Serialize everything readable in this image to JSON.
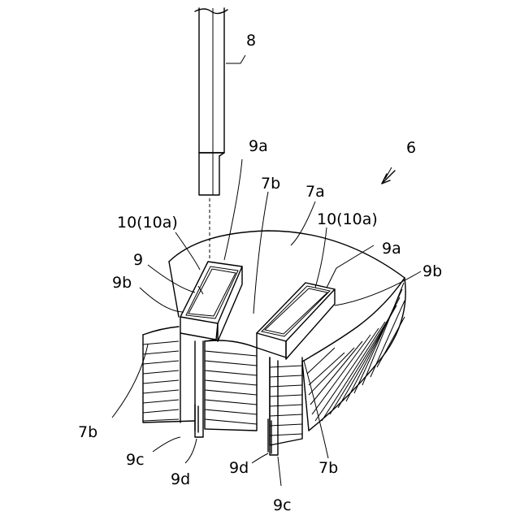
{
  "figure": {
    "labels": {
      "tool": "8",
      "assembly": "6",
      "core_top": "7a",
      "tooth_center": "7b",
      "tooth_left": "7b",
      "tooth_right": "7b",
      "coil": "9",
      "coil_left_top": "9a",
      "coil_right_top": "9a",
      "coil_left_side": "9b",
      "coil_right_side": "9b",
      "coil_left_bottom": "9c",
      "coil_right_bottom": "9c",
      "coil_left_lead": "9d",
      "coil_right_lead": "9d",
      "insulator_left": "10(10a)",
      "insulator_right": "10(10a)"
    },
    "colors": {
      "line": "#000000",
      "background": "#ffffff"
    }
  }
}
